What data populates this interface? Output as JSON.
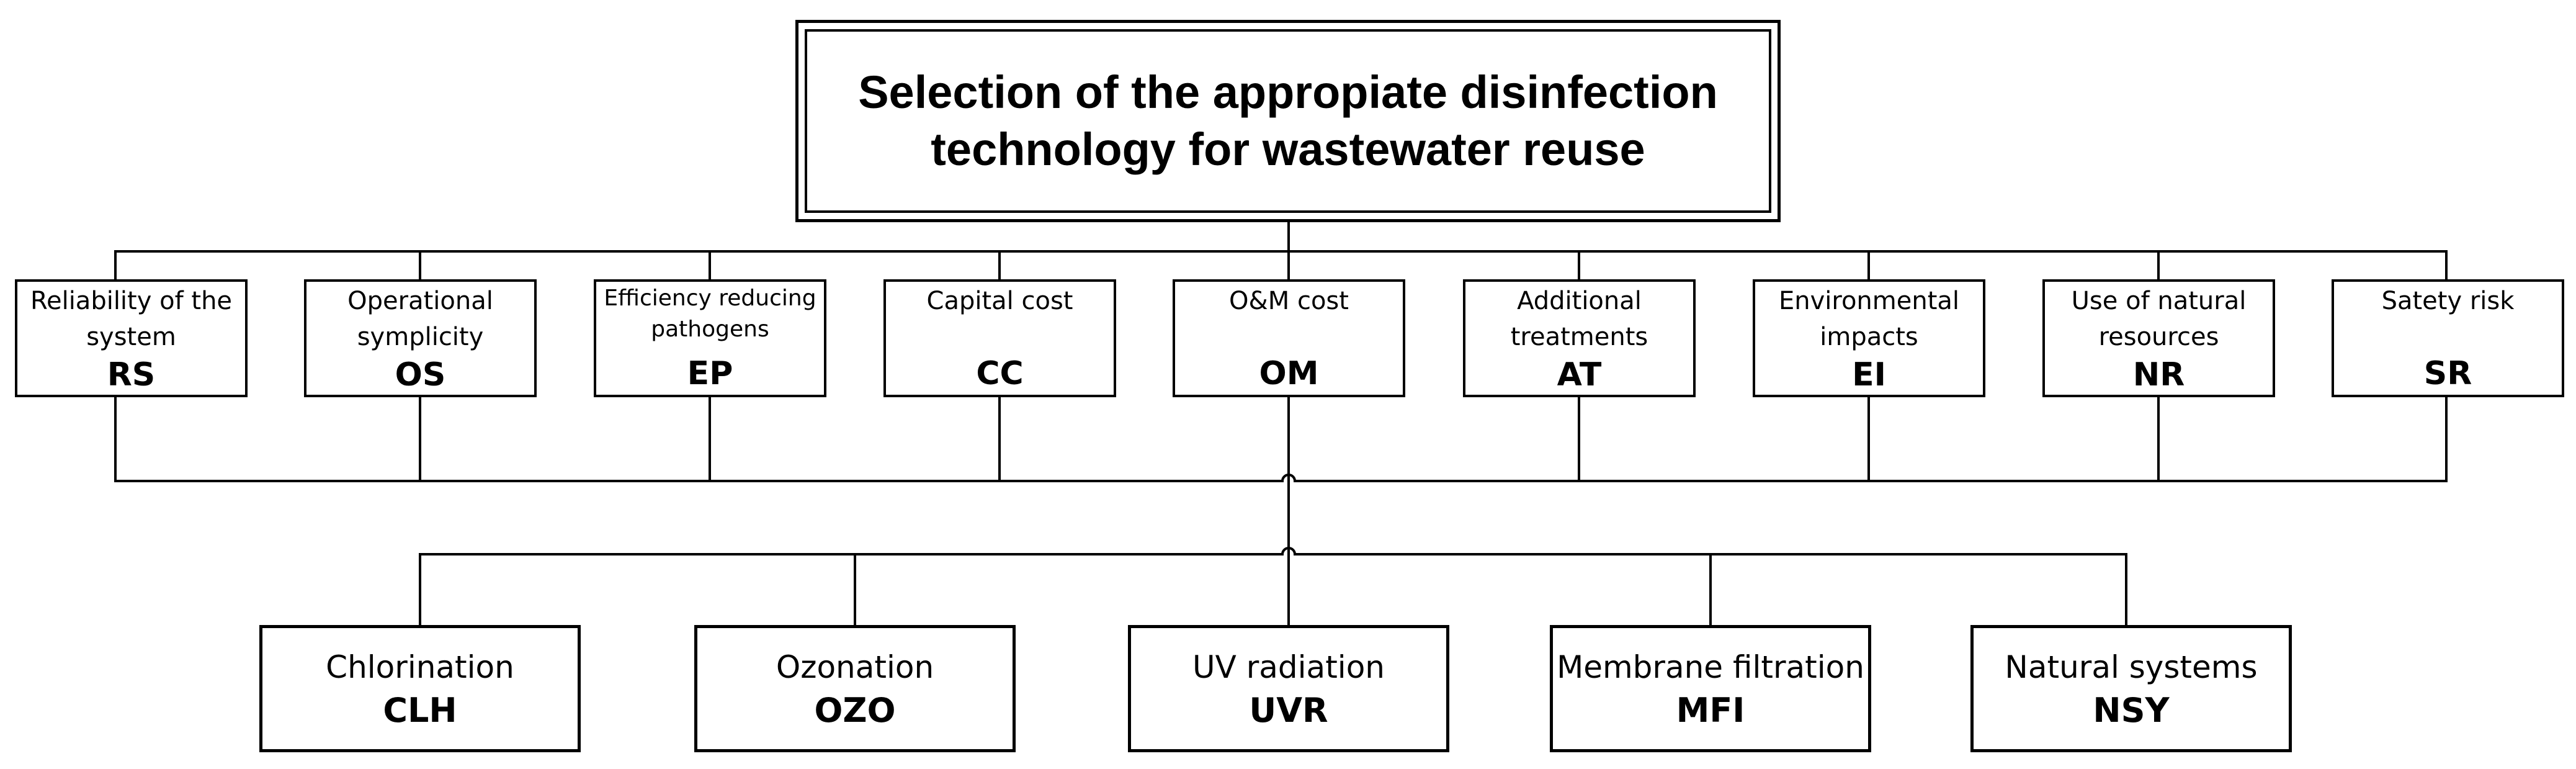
{
  "goal": {
    "title": "Selection of the appropiate disinfection\ntechnology for wastewater reuse"
  },
  "criteria": [
    {
      "name": "Reliability of the\nsystem",
      "code": "RS"
    },
    {
      "name": "Operational\nsymplicity",
      "code": "OS"
    },
    {
      "name": "Efficiency reducing\npathogens",
      "code": "EP"
    },
    {
      "name": "Capital cost",
      "code": "CC"
    },
    {
      "name": "O&M cost",
      "code": "OM"
    },
    {
      "name": "Additional\ntreatments",
      "code": "AT"
    },
    {
      "name": "Environmental\nimpacts",
      "code": "EI"
    },
    {
      "name": "Use of natural\nresources",
      "code": "NR"
    },
    {
      "name": "Satety risk",
      "code": "SR"
    }
  ],
  "alternatives": [
    {
      "name": "Chlorination",
      "code": "CLH"
    },
    {
      "name": "Ozonation",
      "code": "OZO"
    },
    {
      "name": "UV radiation",
      "code": "UVR"
    },
    {
      "name": "Membrane filtration",
      "code": "MFI"
    },
    {
      "name": "Natural systems",
      "code": "NSY"
    }
  ]
}
